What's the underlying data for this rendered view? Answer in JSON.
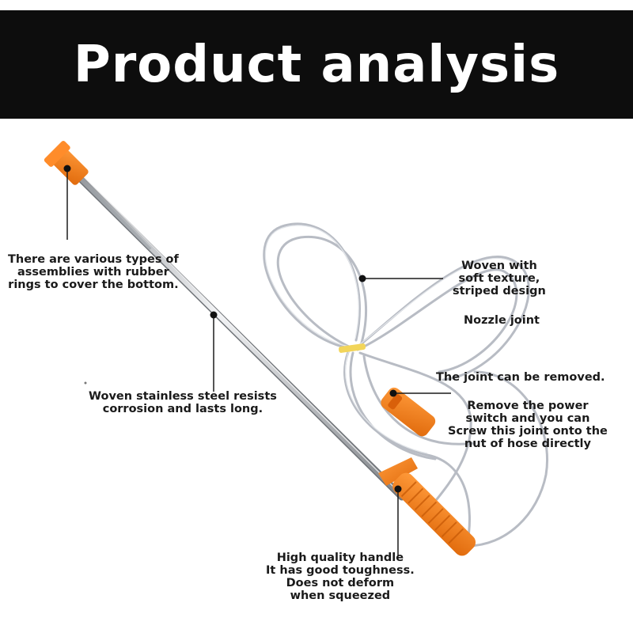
{
  "banner": {
    "title": "Product analysis"
  },
  "labels": {
    "rubber_rings": [
      "There are various types of",
      "assemblies with rubber",
      "rings to cover the bottom."
    ],
    "stainless": [
      "Woven stainless steel resists",
      "corrosion and lasts long."
    ],
    "woven_texture": [
      "Woven with",
      "soft texture,",
      "striped design"
    ],
    "nozzle": "Nozzle joint",
    "removable": "The joint can be removed.",
    "power_switch": [
      "Remove the power",
      "switch and you can",
      "Screw this joint onto the",
      "nut of hose directly"
    ],
    "handle": [
      "High quality handle",
      "It has good toughness.",
      "Does not deform",
      "when squeezed"
    ]
  },
  "colors": {
    "banner_bg": "#0d0d0d",
    "banner_text": "#ffffff",
    "accent_orange": "#f07d1a",
    "steel": "#c9ccd0",
    "hose": "#b8bcc4"
  }
}
